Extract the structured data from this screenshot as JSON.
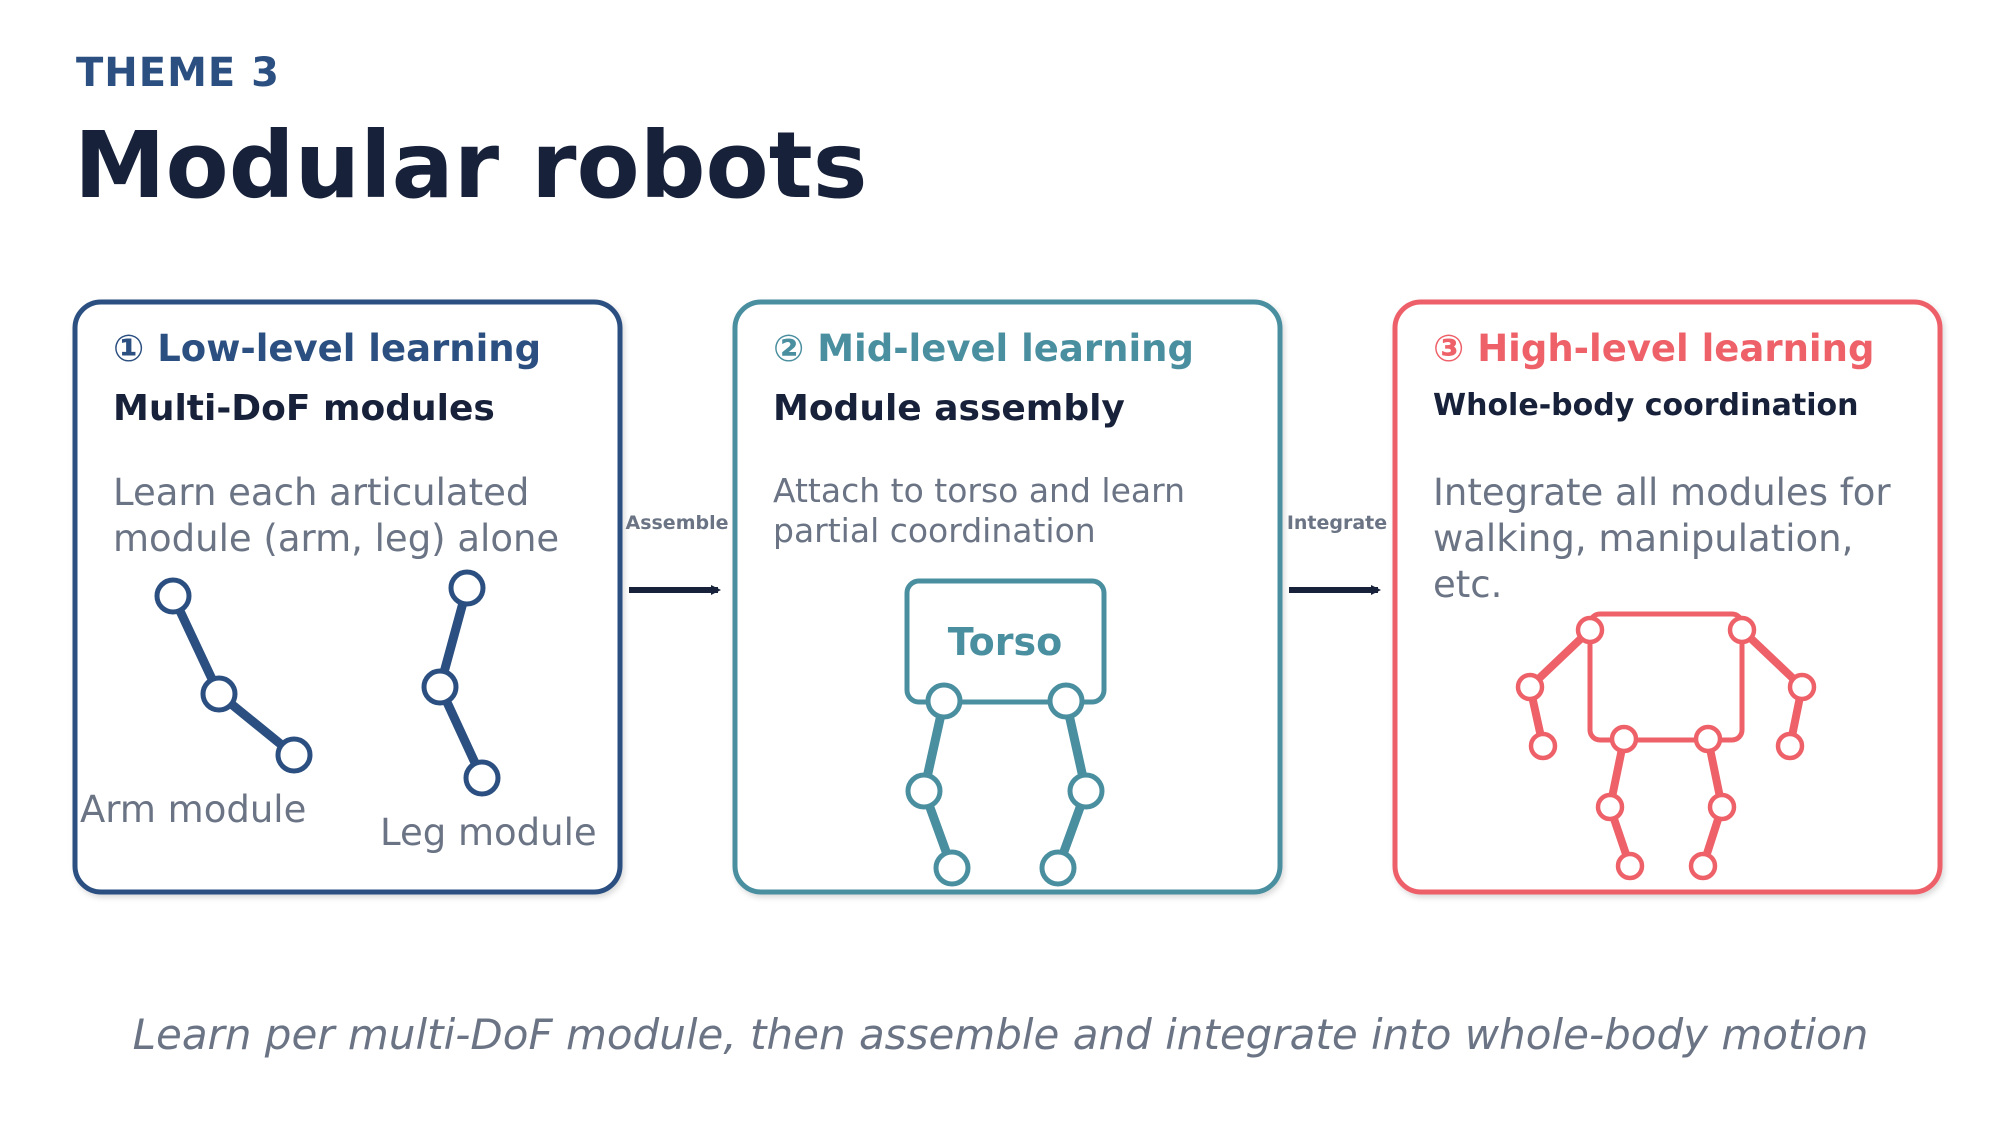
{
  "header": {
    "theme": "THEME 3",
    "title": "Modular robots"
  },
  "stages": [
    {
      "title": "① Low-level learning",
      "subtitle": "Multi-DoF modules",
      "body": [
        "Learn each articulated",
        "module (arm, leg) alone"
      ],
      "color": "#2b4f80"
    },
    {
      "title": "② Mid-level learning",
      "subtitle": "Module assembly",
      "body": [
        "Attach to torso and learn",
        "partial coordination"
      ],
      "color": "#4a8fa0"
    },
    {
      "title": "③ High-level learning",
      "subtitle": "Whole-body coordination",
      "body": [
        "Integrate all modules for",
        "walking, manipulation,",
        "etc."
      ],
      "color": "#ee6169"
    }
  ],
  "arrows": [
    {
      "label": "Assemble"
    },
    {
      "label": "Integrate"
    }
  ],
  "modules": {
    "arm_label": "Arm module",
    "leg_label": "Leg module",
    "torso_label": "Torso"
  },
  "caption": "Learn per multi-DoF module, then assemble and integrate into whole-body motion",
  "colors": {
    "dark": "#17213a",
    "muted": "#6b7485"
  }
}
